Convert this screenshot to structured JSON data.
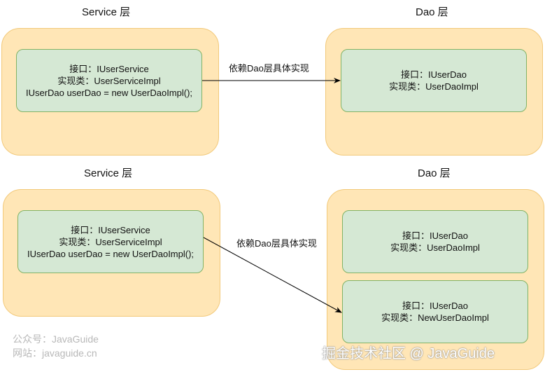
{
  "top": {
    "service_title": "Service 层",
    "dao_title": "Dao 层",
    "service_box": {
      "line1": "接口：IUserService",
      "line2": "实现类：UserServiceImpl",
      "line3": "IUserDao userDao = new UserDaoImpl();"
    },
    "dao_box": {
      "line1": "接口：IUserDao",
      "line2": "实现类：UserDaoImpl"
    },
    "arrow_label": "依赖Dao层具体实现"
  },
  "bottom": {
    "service_title": "Service 层",
    "dao_title": "Dao 层",
    "service_box": {
      "line1": "接口：IUserService",
      "line2": "实现类：UserServiceImpl",
      "line3": "IUserDao userDao = new UserDaoImpl();"
    },
    "dao_box_1": {
      "line1": "接口：IUserDao",
      "line2": "实现类：UserDaoImpl"
    },
    "dao_box_2": {
      "line1": "接口：IUserDao",
      "line2": "实现类：NewUserDaoImpl"
    },
    "arrow_label": "依赖Dao层具体实现"
  },
  "watermark": {
    "wechat": "公众号：JavaGuide",
    "site": "网站：javaguide.cn",
    "juejin": "掘金技术社区 @ JavaGuide"
  },
  "colors": {
    "outer_fill": "#ffe6b6",
    "inner_fill": "#d5e8d4",
    "inner_border": "#82b366"
  }
}
